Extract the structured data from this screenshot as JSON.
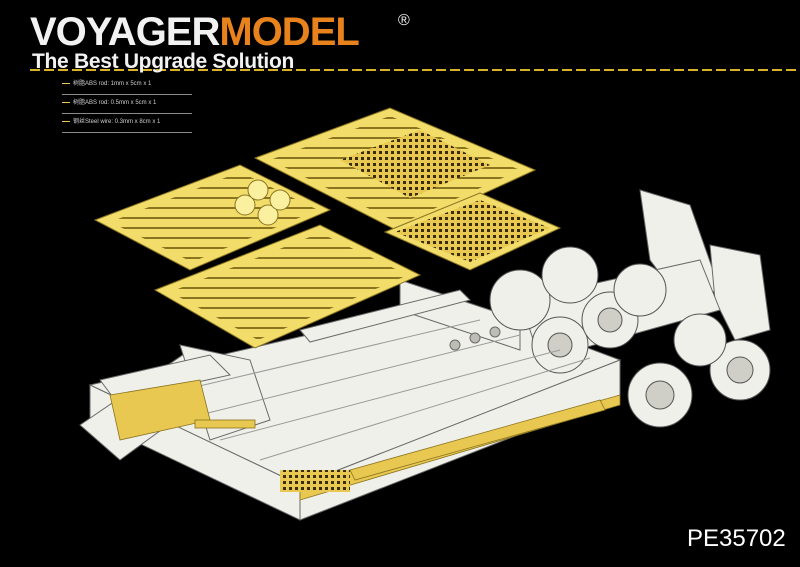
{
  "brand": {
    "name_part1": "VOYAGER",
    "name_part2": "MODEL",
    "registered_mark": "®",
    "tagline": "The Best Upgrade Solution"
  },
  "legend": [
    {
      "text": "树脂ABS rod: 1mm x 5cm x 1"
    },
    {
      "text": "树脂ABS rod: 0.5mm x 5cm x 1"
    },
    {
      "text": "钢丝Steel wire: 0.3mm x 8cm x 1"
    }
  ],
  "part_code": "PE35702",
  "colors": {
    "background": "#000000",
    "brand_accent": "#e8821c",
    "brass": "#e8c850",
    "line_art": "#f0f0ea"
  },
  "icons": {
    "chain": "chain-decoration",
    "photo_etch_frets": "photo-etch-fret-sheets",
    "trailer": "trailer-line-drawing"
  }
}
